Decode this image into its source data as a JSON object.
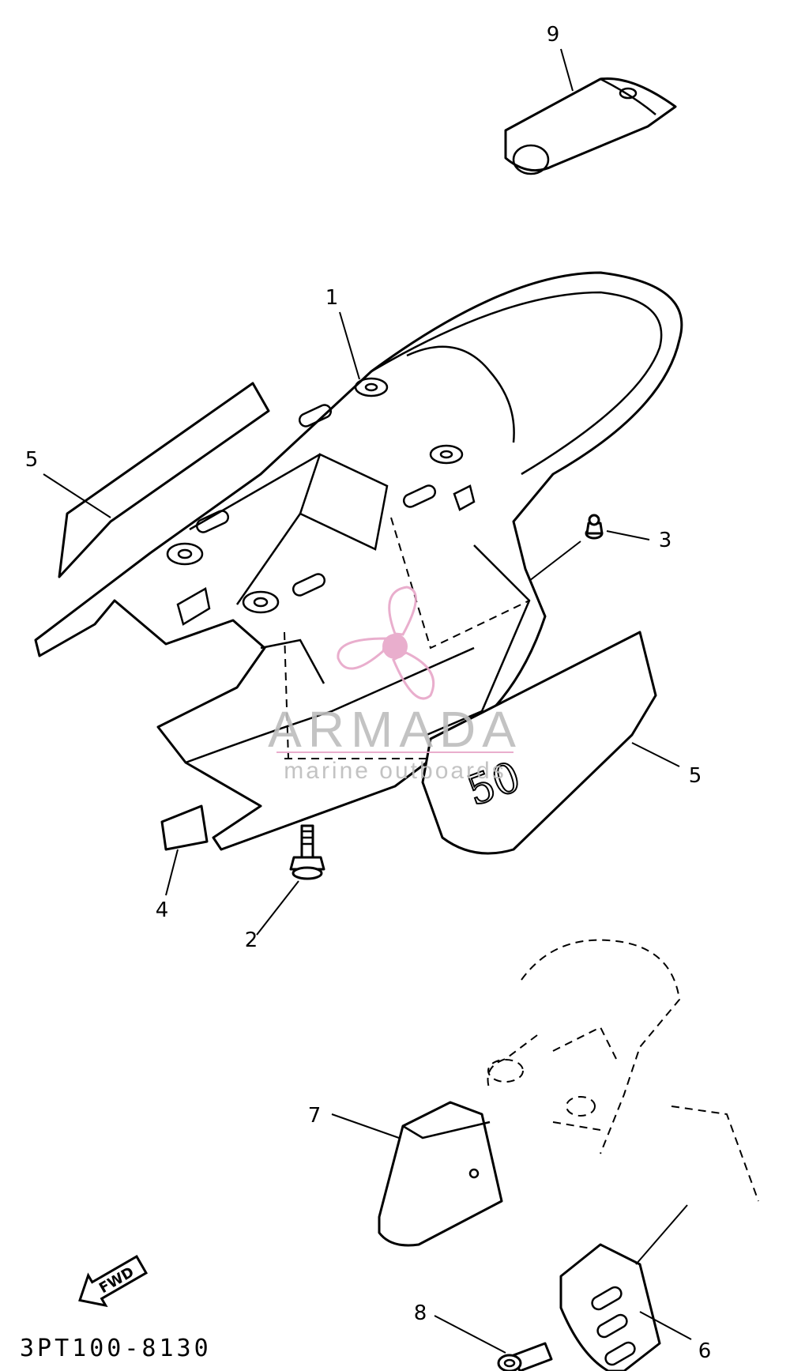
{
  "callouts": {
    "c1": "1",
    "c2": "2",
    "c3": "3",
    "c4": "4",
    "c5a": "5",
    "c5b": "5",
    "c6": "6",
    "c7": "7",
    "c8": "8",
    "c9": "9"
  },
  "decal_text": "50",
  "fwd_label": "FWD",
  "diagram_code": "3PT100-8130",
  "watermark": {
    "brand": "ARMADA",
    "tagline": "marine outboards",
    "color": "#e7a6c8"
  }
}
